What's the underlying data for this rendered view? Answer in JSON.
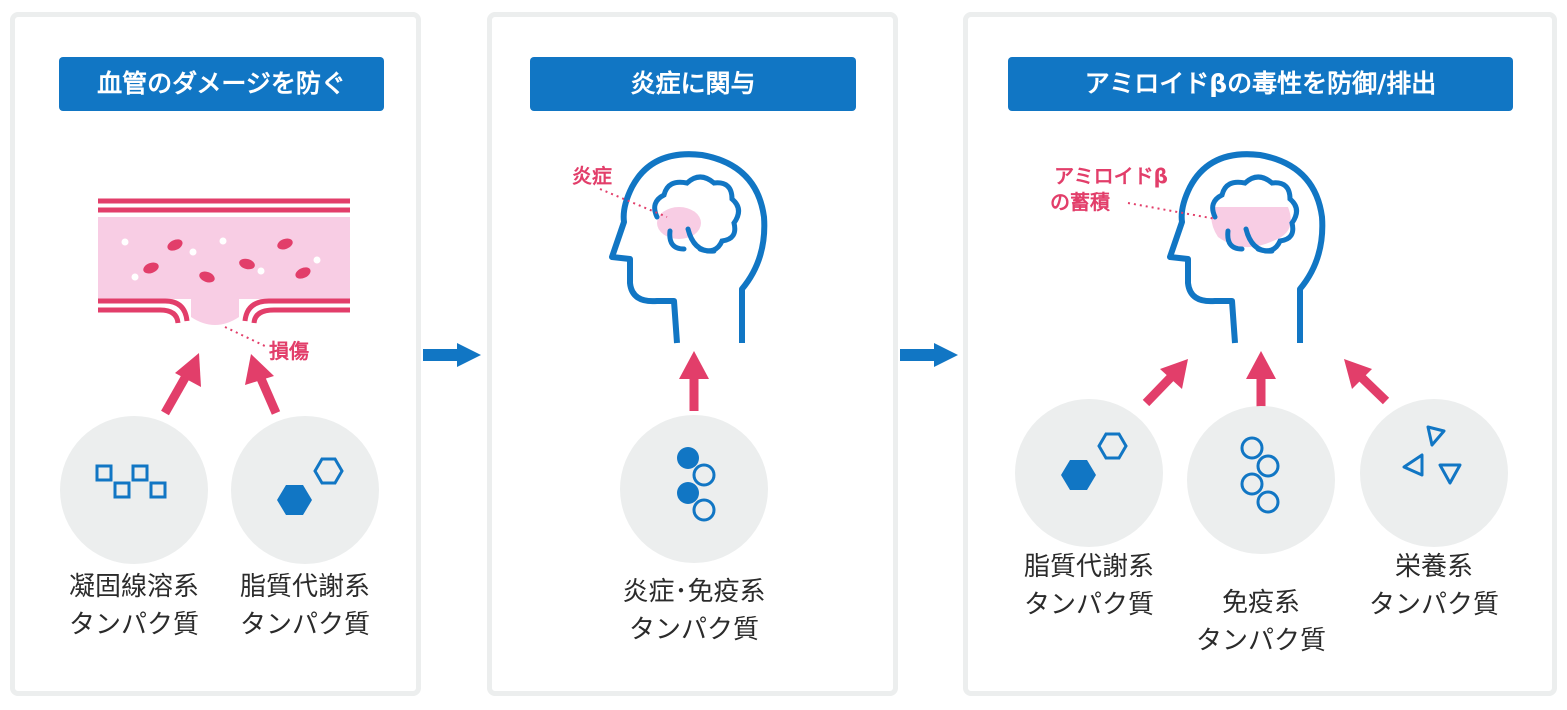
{
  "panels": [
    {
      "header": "血管のダメージを防ぐ",
      "damage_label": "損傷",
      "proteins": [
        {
          "line1": "凝固線溶系",
          "line2": "タンパク質"
        },
        {
          "line1": "脂質代謝系",
          "line2": "タンパク質"
        }
      ]
    },
    {
      "header": "炎症に関与",
      "brain_label": "炎症",
      "proteins": [
        {
          "line1": "炎症･免疫系",
          "line2": "タンパク質"
        }
      ]
    },
    {
      "header": "アミロイドβの毒性を防御/排出",
      "brain_label_line1": "アミロイドβ",
      "brain_label_line2": "の蓄積",
      "proteins": [
        {
          "line1": "脂質代謝系",
          "line2": "タンパク質"
        },
        {
          "line1": "免疫系",
          "line2": "タンパク質"
        },
        {
          "line1": "栄養系",
          "line2": "タンパク質"
        }
      ]
    }
  ],
  "colors": {
    "blue": "#1176c4",
    "pink": "#e23e6a",
    "light_pink": "#f8cde4",
    "circle_gray": "#eceeee",
    "border_gray": "#eceeee"
  },
  "icons": {
    "vessel": "blood-vessel-icon",
    "head": "brain-head-icon",
    "squares": "squares-icon",
    "hexagons": "hexagons-icon",
    "circles": "circles-icon",
    "triangles": "triangles-icon",
    "arrow": "arrow-icon"
  }
}
